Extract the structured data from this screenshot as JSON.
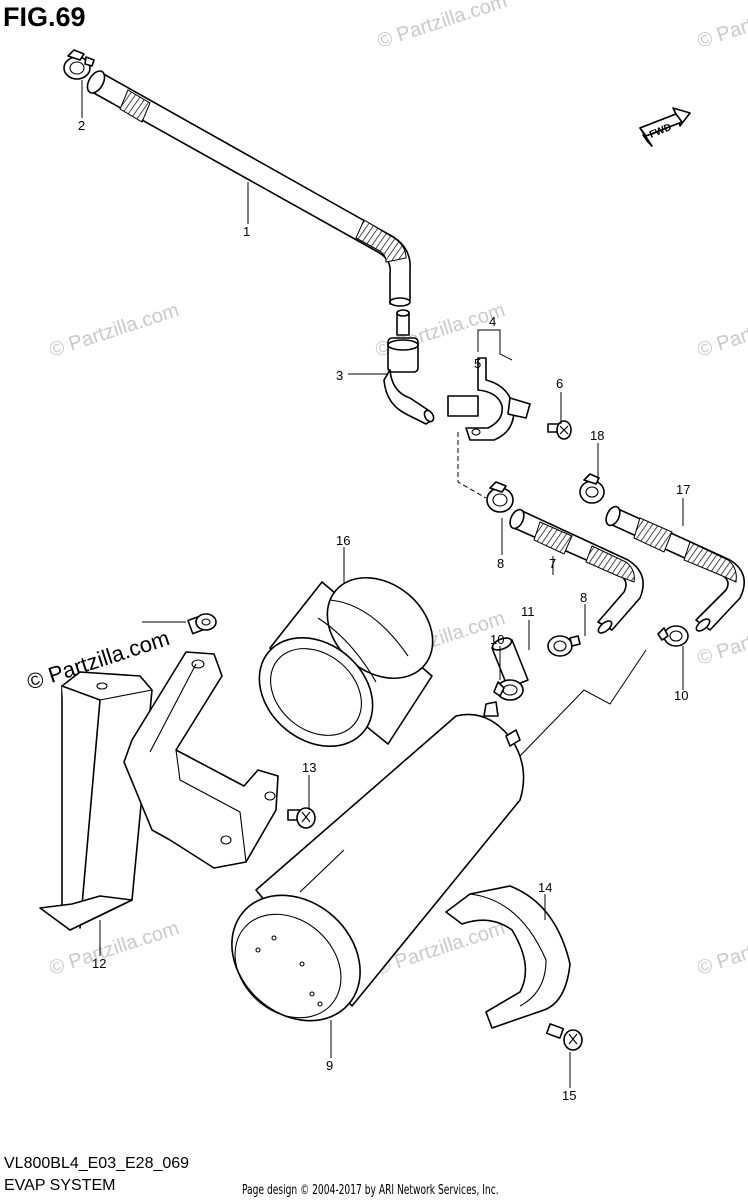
{
  "figure": {
    "title": "FIG.69",
    "model_code": "VL800BL4_E03_E28_069",
    "system_name": "EVAP SYSTEM",
    "page_credit": "Page design © 2004-2017 by ARI Network Services, Inc.",
    "fwd_label": "FWD"
  },
  "watermarks": [
    "© Partzilla.com"
  ],
  "callouts": [
    "1",
    "2",
    "3",
    "4",
    "5",
    "6",
    "7",
    "8",
    "8",
    "9",
    "10",
    "10",
    "11",
    "12",
    "13",
    "14",
    "15",
    "16",
    "17",
    "18"
  ],
  "parts": [
    {
      "ref": "1",
      "name": "hose"
    },
    {
      "ref": "2",
      "name": "clamp"
    },
    {
      "ref": "3",
      "name": "valve"
    },
    {
      "ref": "4",
      "name": "bracket-assembly"
    },
    {
      "ref": "5",
      "name": "bracket"
    },
    {
      "ref": "6",
      "name": "screw"
    },
    {
      "ref": "7",
      "name": "hose"
    },
    {
      "ref": "8",
      "name": "clamp"
    },
    {
      "ref": "9",
      "name": "canister"
    },
    {
      "ref": "10",
      "name": "clamp"
    },
    {
      "ref": "11",
      "name": "joint"
    },
    {
      "ref": "12",
      "name": "bracket"
    },
    {
      "ref": "13",
      "name": "screw"
    },
    {
      "ref": "14",
      "name": "cushion"
    },
    {
      "ref": "15",
      "name": "screw"
    },
    {
      "ref": "16",
      "name": "cushion"
    },
    {
      "ref": "17",
      "name": "hose"
    },
    {
      "ref": "18",
      "name": "clamp"
    }
  ],
  "colors": {
    "line": "#000000",
    "background": "#ffffff",
    "watermark": "#c9c9c9"
  }
}
